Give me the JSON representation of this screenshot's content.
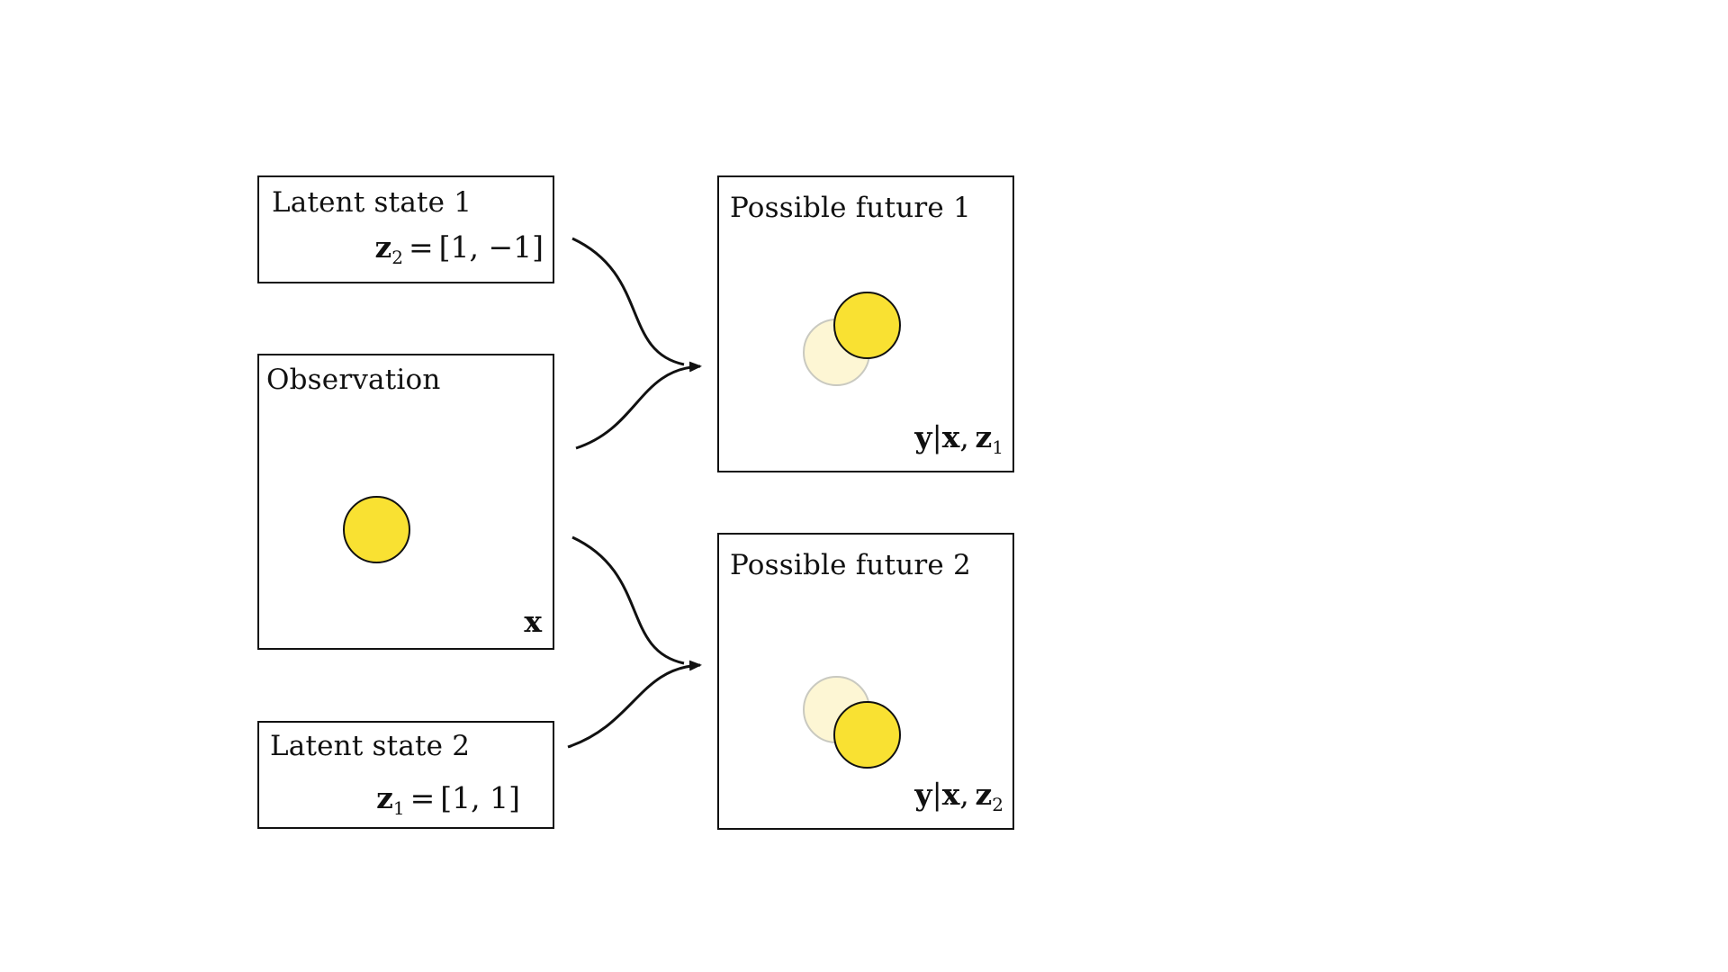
{
  "colors": {
    "ball_fill": "#f9e132",
    "ghost_fill": "#fdf6d4",
    "stroke": "#111111"
  },
  "latent1": {
    "title": "Latent state 1",
    "var": "z",
    "sub": "2",
    "eq": "=",
    "value": "[1, −1]"
  },
  "observation": {
    "title": "Observation",
    "label": "x"
  },
  "latent2": {
    "title": "Latent state 2",
    "var": "z",
    "sub": "1",
    "eq": "=",
    "value": "[1, 1]"
  },
  "future1": {
    "title": "Possible future 1",
    "label_y": "y",
    "label_bar": "|",
    "label_x": "x",
    "label_comma": ",",
    "label_z": "z",
    "label_sub": "1"
  },
  "future2": {
    "title": "Possible future 2",
    "label_y": "y",
    "label_bar": "|",
    "label_x": "x",
    "label_comma": ",",
    "label_z": "z",
    "label_sub": "2"
  }
}
